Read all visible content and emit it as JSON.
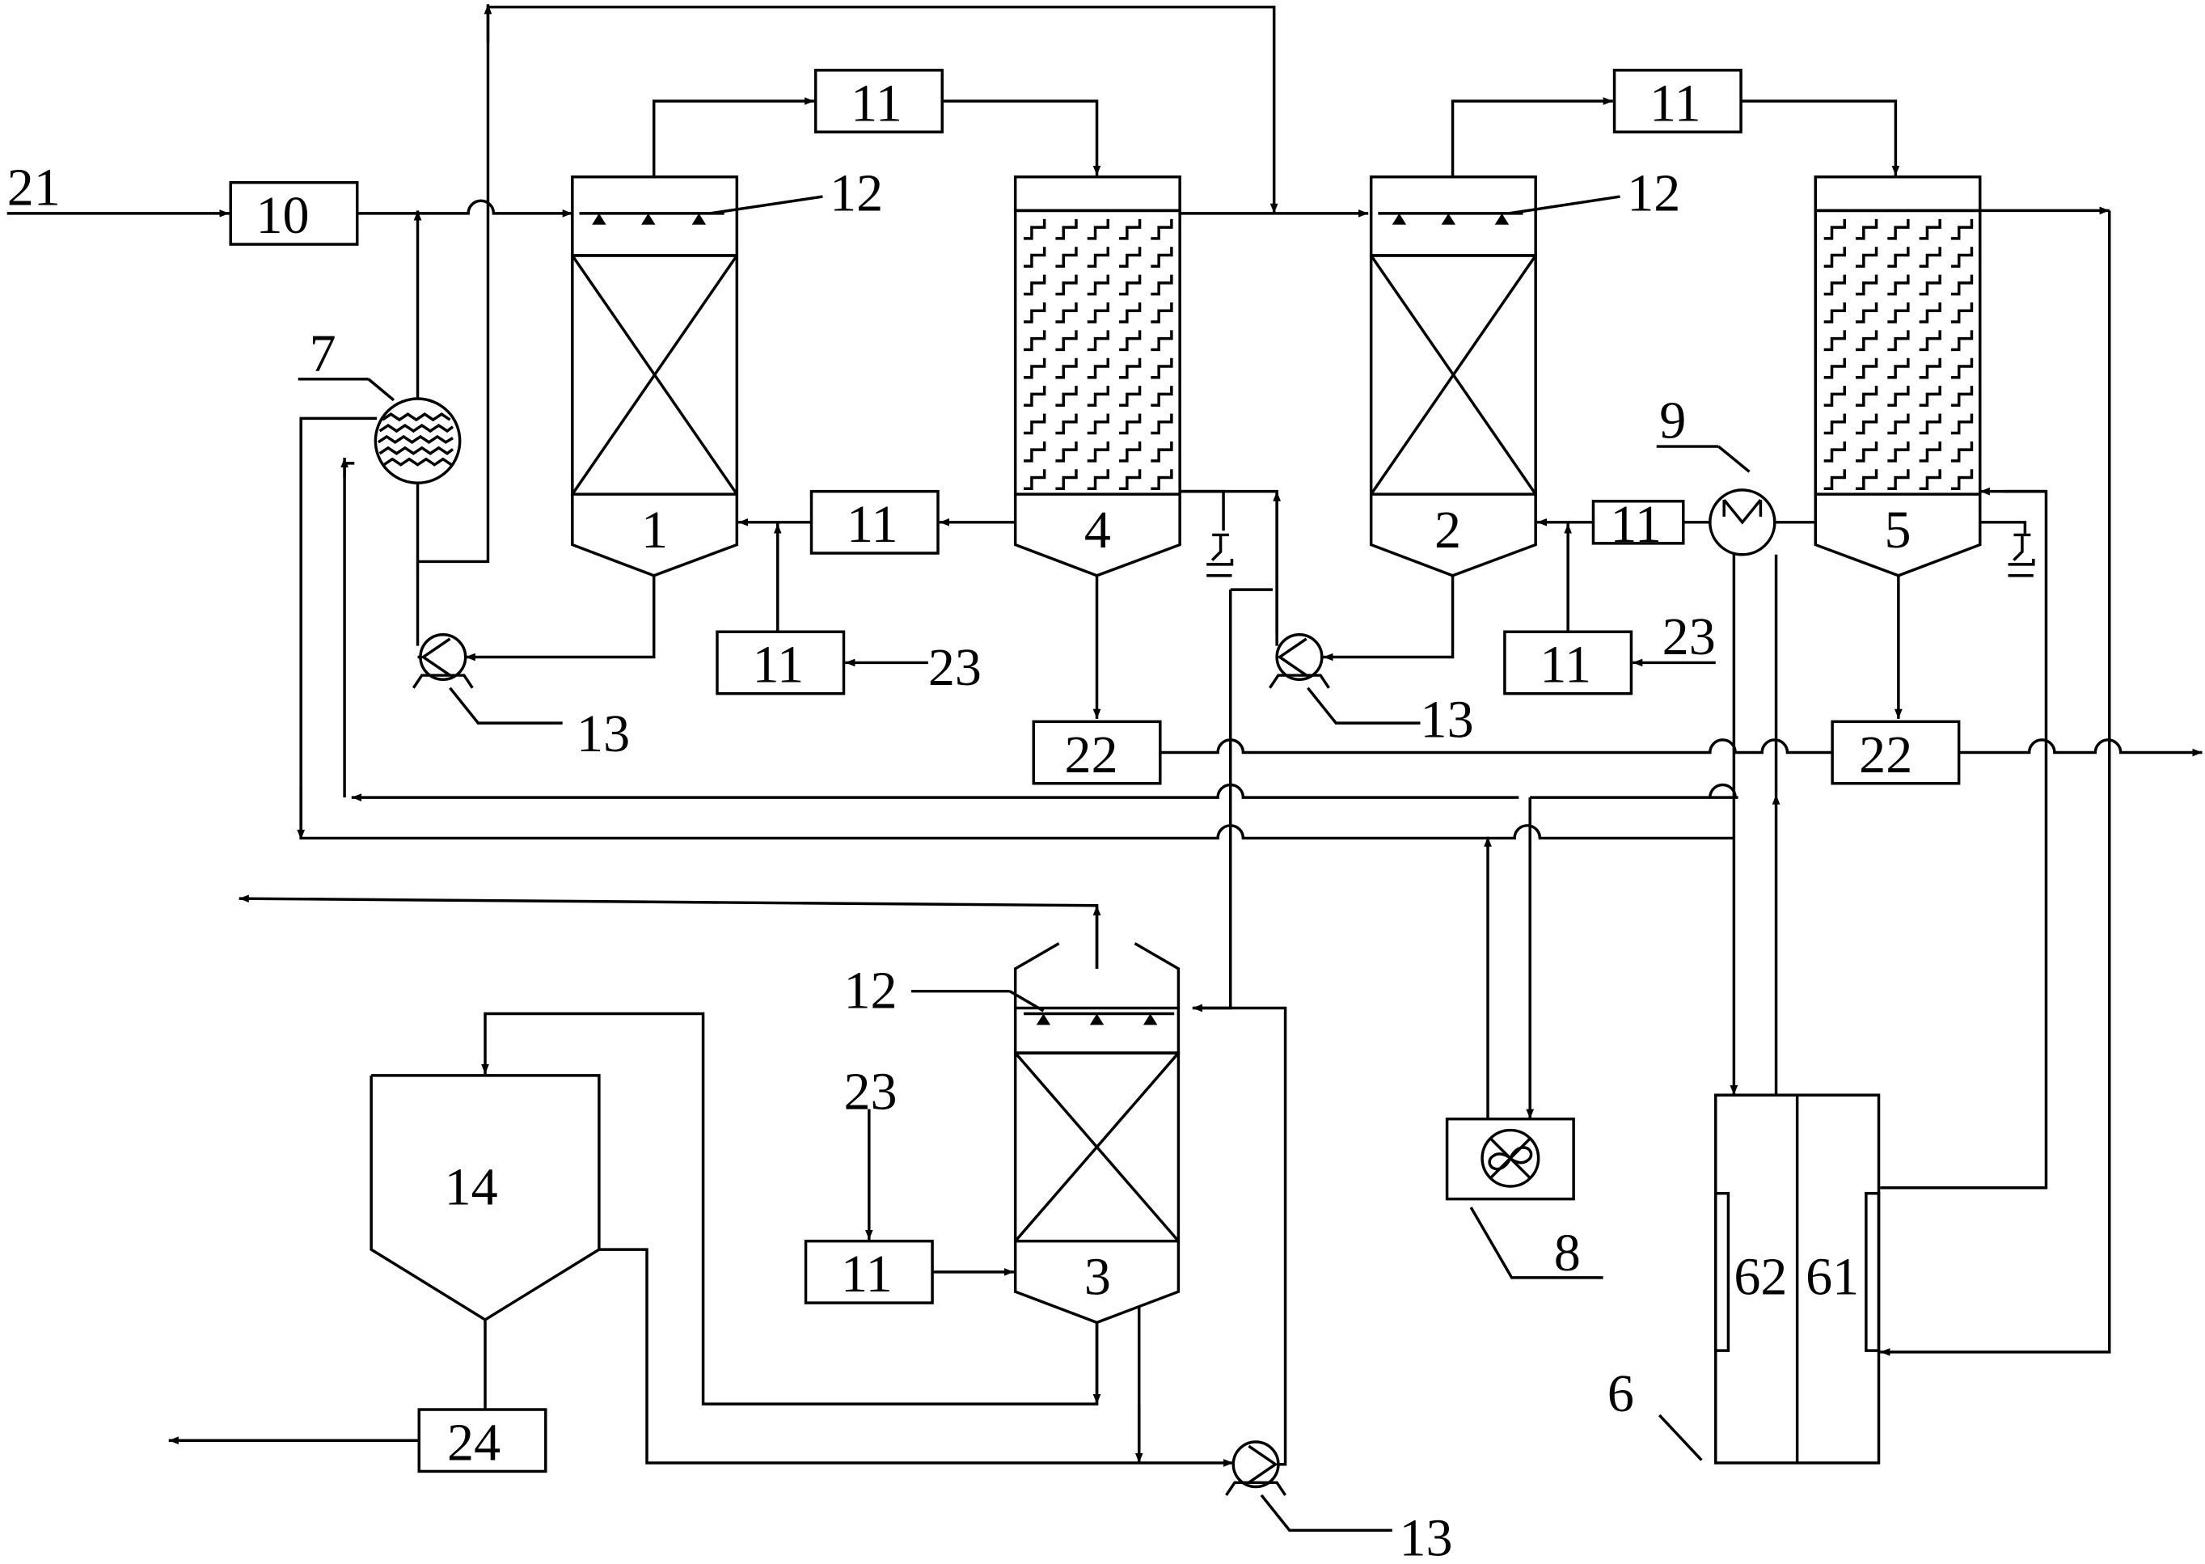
{
  "units": {
    "reactor_1": "1",
    "reactor_2": "2",
    "reactor_3": "3",
    "tower_4": "4",
    "tower_5": "5",
    "unit_6": "6",
    "unit_61": "61",
    "unit_62": "62",
    "heat_exchanger_7": "7",
    "fan_8": "8",
    "heater_9": "9",
    "box_10": "10",
    "box_11": "11",
    "sprayer_12": "12",
    "pump_13": "13",
    "tank_14": "14",
    "stream_21": "21",
    "box_22": "22",
    "stream_23": "23",
    "box_24": "24"
  }
}
